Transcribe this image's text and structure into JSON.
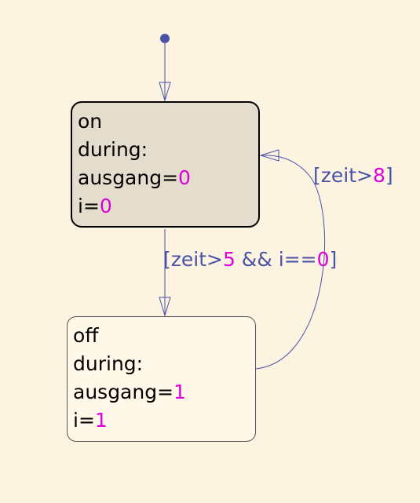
{
  "states": {
    "on": {
      "name": "on",
      "action_keyword": "during:",
      "action1_var": "ausgang=",
      "action1_val": "0",
      "action2_var": "i=",
      "action2_val": "0"
    },
    "off": {
      "name": "off",
      "action_keyword": "during:",
      "action1_var": "ausgang=",
      "action1_val": "1",
      "action2_var": "i=",
      "action2_val": "1"
    }
  },
  "transitions": {
    "on_to_off": {
      "open": "[zeit>",
      "n1": "5",
      "mid": " && i==",
      "n2": "0",
      "close": "]"
    },
    "off_to_on": {
      "open": "[zeit>",
      "n1": "8",
      "close": "]"
    }
  },
  "colors": {
    "background": "#fdf3e1",
    "state_on_fill": "#e4dccc",
    "state_off_fill": "#fff8e8",
    "transition": "#4a52a8",
    "number": "#dd00dd",
    "default_dot": "#4a52a8"
  }
}
